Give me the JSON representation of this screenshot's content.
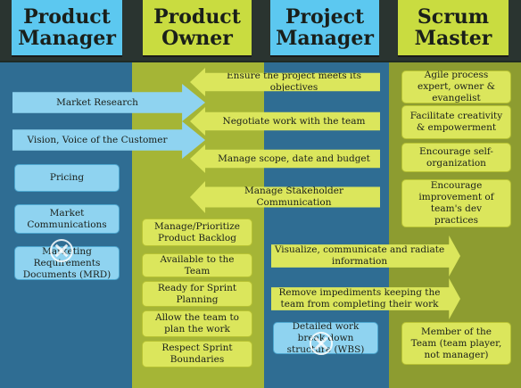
{
  "headers": {
    "product_manager": "Product Manager",
    "product_owner": "Product Owner",
    "project_manager": "Project Manager",
    "scrum_master": "Scrum Master"
  },
  "product_manager_items": {
    "market_research": "Market Research",
    "vision": "Vision, Voice of the Customer",
    "pricing": "Pricing",
    "market_communications": "Market Communications",
    "mrd": "Marketing Requirements Documents (MRD)"
  },
  "shared_arrows": {
    "ensure_objectives": "Ensure the project meets its objectives",
    "negotiate_work": "Negotiate work with the team",
    "manage_scope": "Manage scope, date and budget",
    "manage_stakeholder": "Manage Stakeholder Communication",
    "visualize": "Visualize, communicate and radiate information",
    "remove_impediments": "Remove impediments keeping the team from completing their work"
  },
  "product_owner_items": {
    "backlog": "Manage/Prioritize Product Backlog",
    "available": "Available to the Team",
    "ready": "Ready for Sprint Planning",
    "allow": "Allow the team to plan the work",
    "respect": "Respect Sprint Boundaries"
  },
  "project_manager_items": {
    "wbs": "Detailed work break down structure (WBS)"
  },
  "scrum_master_items": {
    "agile": "Agile process expert, owner & evangelist",
    "facilitate": "Facilitate creativity & empowerment",
    "encourage_self": "Encourage self-organization",
    "encourage_improve": "Encourage improvement of team's dev practices",
    "member": "Member of the Team (team player, not manager)"
  }
}
